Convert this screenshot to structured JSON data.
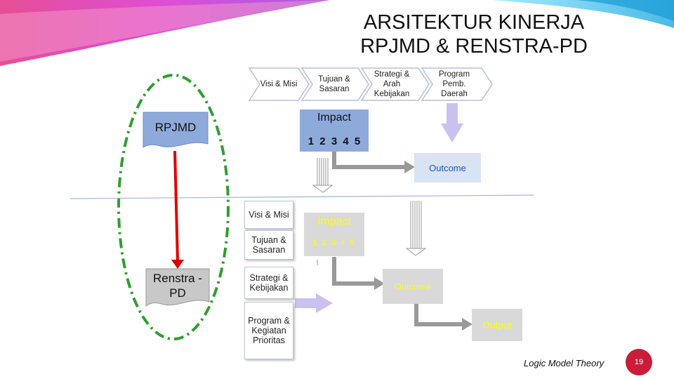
{
  "title": {
    "line1": "ARSITEKTUR KINERJA",
    "line2": "RPJMD & RENSTRA-PD"
  },
  "chevrons": [
    {
      "label": "Visi & Misi"
    },
    {
      "label": "Tujuan & Sasaran"
    },
    {
      "label": "Strategi & Arah Kebijakan"
    },
    {
      "label": "Program Pemb. Daerah"
    }
  ],
  "rpjmd": {
    "label": "RPJMD",
    "impact": "Impact",
    "digits": "1 2 3 4 5",
    "outcome": "Outcome"
  },
  "renstra": {
    "label": "Renstra -PD",
    "cards": [
      {
        "label": "Visi & Misi"
      },
      {
        "label": "Tujuan & Sasaran"
      },
      {
        "label": "Strategi & Kebijakan"
      },
      {
        "label": "Program & Kegiatan Prioritas"
      }
    ],
    "impact": "Impact",
    "digits": "1 2 3 4 5",
    "outcome": "Outcome",
    "output": "Output"
  },
  "footer": {
    "caption": "Logic Model Theory",
    "page": "19"
  },
  "colors": {
    "blue_box": "#8eaadb",
    "light_blue": "#dae3f3",
    "yellow": "#ffff00",
    "green_dash": "#2f9e2f",
    "red": "#e00000",
    "lavender": "#ccc0f0",
    "gray_box": "#d9d9d9"
  }
}
